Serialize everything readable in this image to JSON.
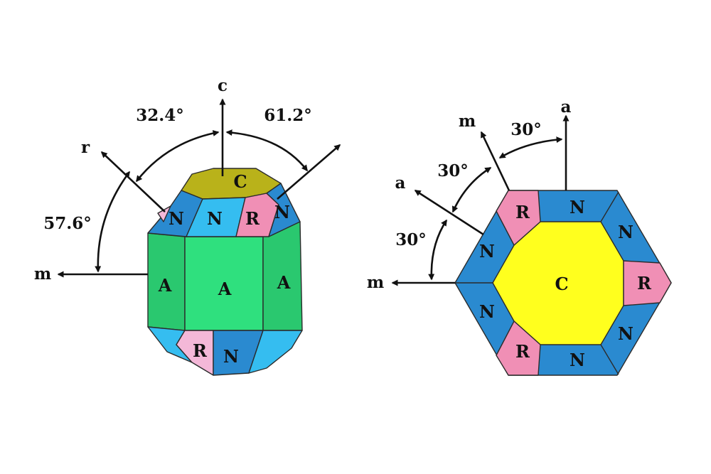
{
  "colors": {
    "A": "#2fe07e",
    "A_side": "#2ac86f",
    "N": "#2a8ad0",
    "N_light": "#35bdf0",
    "R": "#f08fb5",
    "R_light": "#f4b8d8",
    "C": "#b9b21a",
    "C_plan": "#ffff1e",
    "line": "#111111"
  },
  "left_crystal": {
    "axes": {
      "c": "c",
      "r": "r",
      "m": "m"
    },
    "angles": {
      "c_r": "32.4°",
      "c_n": "61.2°",
      "r_m": "57.6°"
    },
    "faces": {
      "top": "C",
      "upper": [
        "N",
        "N",
        "R",
        "N"
      ],
      "prism": [
        "A",
        "A",
        "A"
      ],
      "lower": [
        "R",
        "N"
      ]
    }
  },
  "right_crystal": {
    "axes": {
      "a_top": "a",
      "m_upper": "m",
      "a_left": "a",
      "m_left": "m"
    },
    "angles": {
      "a_m": "30°",
      "m_a": "30°",
      "a_m2": "30°"
    },
    "faces": {
      "center": "C",
      "ring": [
        "N",
        "N",
        "R",
        "N",
        "N",
        "R",
        "N",
        "R"
      ]
    }
  }
}
